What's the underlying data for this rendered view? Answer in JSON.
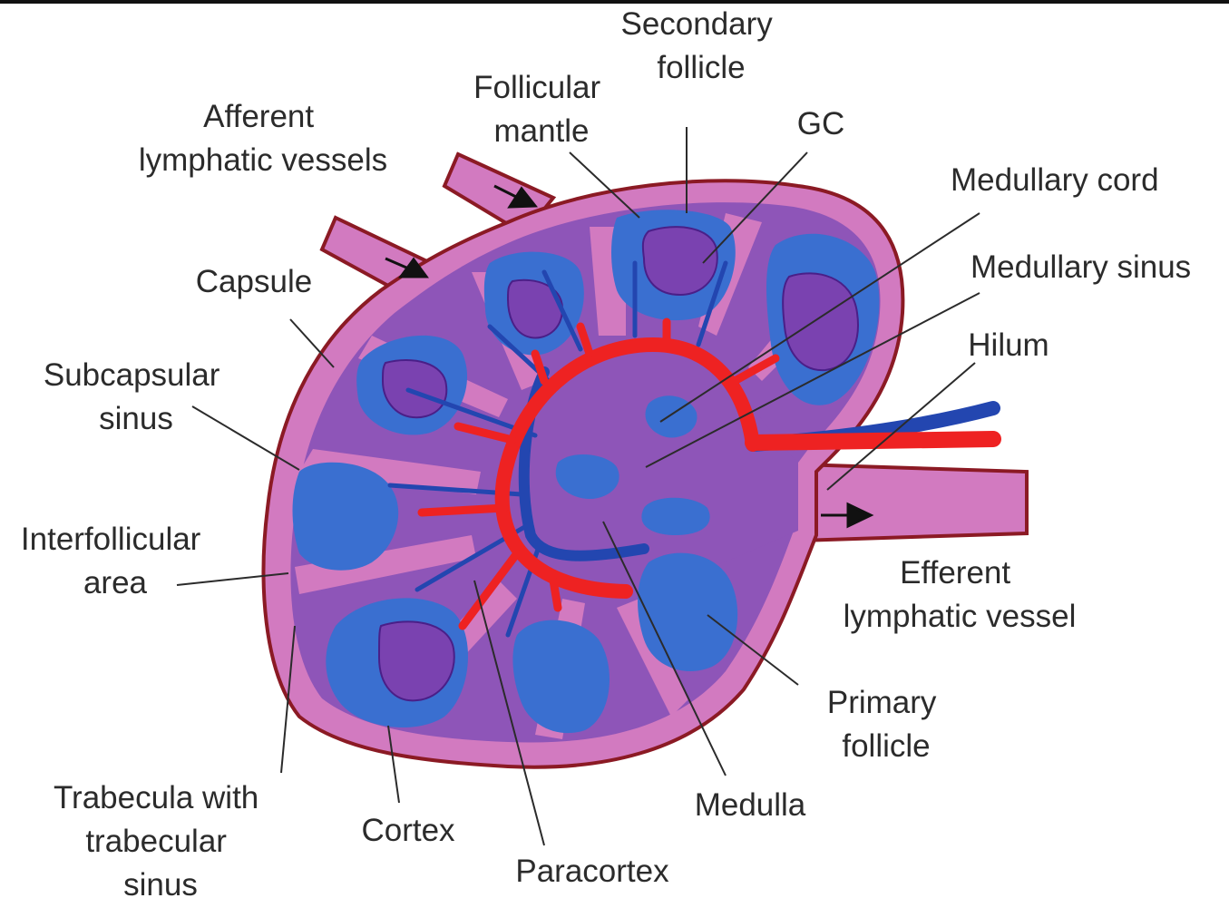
{
  "labels": {
    "secondary_follicle": [
      "Secondary",
      "follicle"
    ],
    "follicular_mantle": [
      "Follicular",
      "mantle"
    ],
    "afferent": [
      "Afferent",
      "lymphatic vessels"
    ],
    "gc": [
      "GC"
    ],
    "medullary_cord": [
      "Medullary cord"
    ],
    "medullary_sinus": [
      "Medullary sinus"
    ],
    "capsule": [
      "Capsule"
    ],
    "hilum": [
      "Hilum"
    ],
    "subcapsular_sinus": [
      "Subcapsular",
      "sinus"
    ],
    "interfollicular_area": [
      "Interfollicular",
      "area"
    ],
    "efferent": [
      "Efferent",
      "lymphatic vessel"
    ],
    "primary_follicle": [
      "Primary",
      "follicle"
    ],
    "trabecula": [
      "Trabecula with",
      "trabecular",
      "sinus"
    ],
    "cortex": [
      "Cortex"
    ],
    "medulla": [
      "Medulla"
    ],
    "paracortex": [
      "Paracortex"
    ]
  },
  "colors": {
    "capsule_outline": "#8b1a24",
    "node_fill": "#d27ac0",
    "cortex_fill": "#8e55b8",
    "follicle_fill": "#3a6fd0",
    "germinal_center": "#7a42b0",
    "artery": "#ee2222",
    "vein": "#2346b0",
    "arrow": "#111111"
  }
}
